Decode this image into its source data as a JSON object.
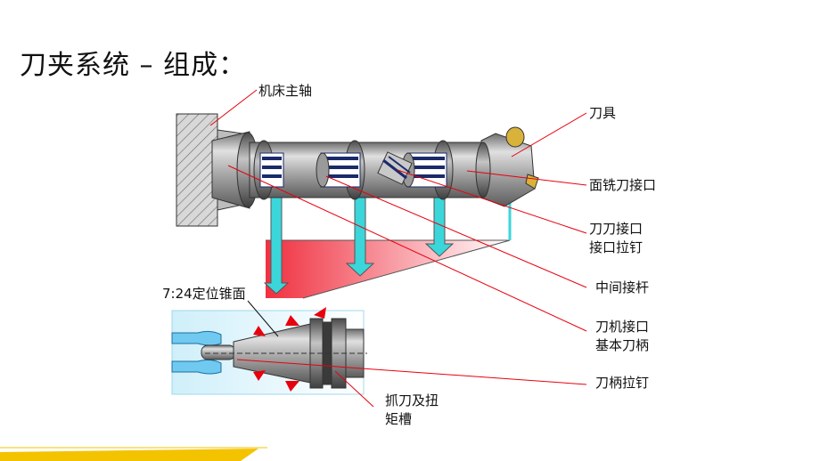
{
  "title": "刀夹系统 – 组成：",
  "labels": {
    "spindle": "机床主轴",
    "tool": "刀具",
    "face_mill_interface": "面铣刀接口",
    "tool_interface_line1": "刀刀接口",
    "tool_interface_line2": "接口拉钉",
    "extension": "中间接杆",
    "holder_line1": "刀机接口",
    "holder_line2": "基本刀柄",
    "pull_stud": "刀柄拉钉",
    "taper": "7:24定位锥面",
    "drive_line1": "抓刀及扭",
    "drive_line2": "矩槽"
  },
  "colors": {
    "arrow": "#3ad6da",
    "leader": "#e8000e",
    "footer": "#f4c300"
  }
}
